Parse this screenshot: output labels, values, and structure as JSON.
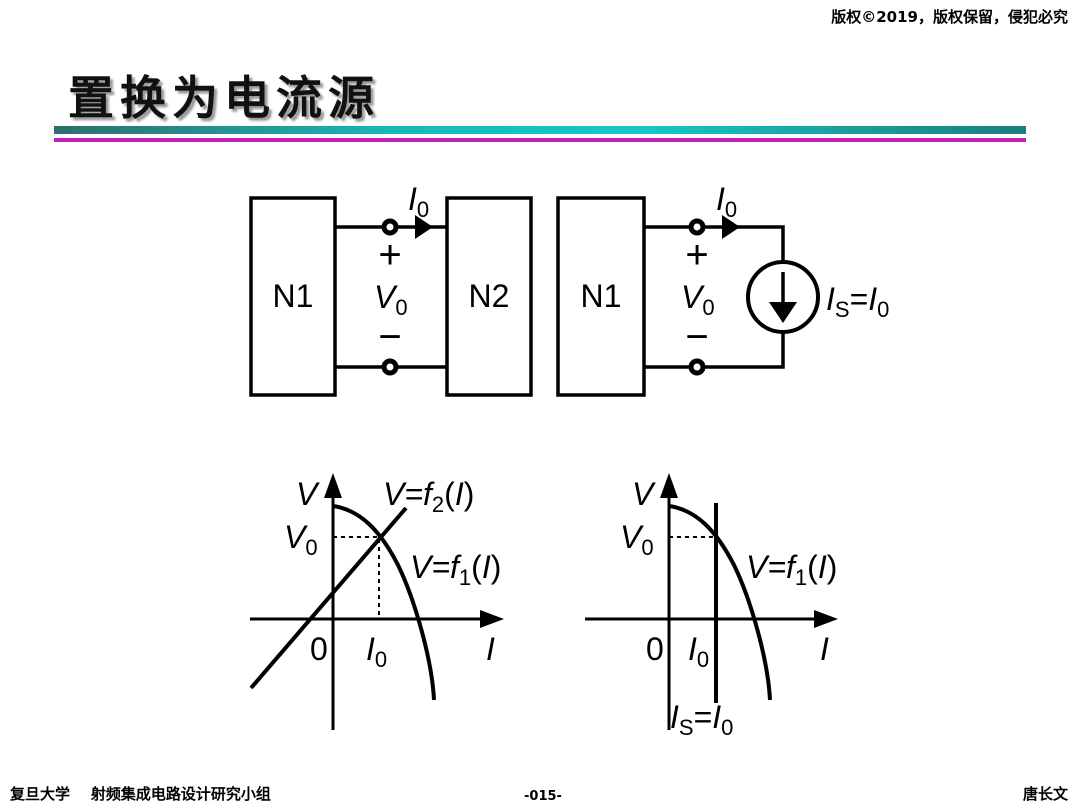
{
  "header": {
    "copyright": "版权©2019，版权保留，侵犯必究",
    "title": "置换为电流源",
    "accent_colors": {
      "teal_bar": "#18b8b8",
      "magenta_bar": "#c21fbf"
    }
  },
  "circuit_left": {
    "block1": "N1",
    "block2": "N2",
    "current": {
      "sym": "I",
      "sub": "0"
    },
    "plus": "+",
    "minus": "−",
    "voltage": {
      "sym": "V",
      "sub": "0"
    }
  },
  "circuit_right": {
    "block1": "N1",
    "current": {
      "sym": "I",
      "sub": "0"
    },
    "plus": "+",
    "minus": "−",
    "voltage": {
      "sym": "V",
      "sub": "0"
    },
    "source": {
      "sym": "I",
      "sub": "S",
      "eq": "=",
      "rhs": "I",
      "rhs_sub": "0"
    }
  },
  "graph_left": {
    "y_axis": "V",
    "x_axis": "I",
    "origin": "0",
    "v0": {
      "sym": "V",
      "sub": "0"
    },
    "i0": {
      "sym": "I",
      "sub": "0"
    },
    "f2": {
      "pre": "V=",
      "f": "f",
      "sub": "2",
      "open": "(",
      "arg": "I",
      "close": ")"
    },
    "f1": {
      "pre": "V=",
      "f": "f",
      "sub": "1",
      "open": "(",
      "arg": "I",
      "close": ")"
    }
  },
  "graph_right": {
    "y_axis": "V",
    "x_axis": "I",
    "origin": "0",
    "v0": {
      "sym": "V",
      "sub": "0"
    },
    "i0": {
      "sym": "I",
      "sub": "0"
    },
    "f1": {
      "pre": "V=",
      "f": "f",
      "sub": "1",
      "open": "(",
      "arg": "I",
      "close": ")"
    },
    "is_label": {
      "sym": "I",
      "sub": "S",
      "eq": "=",
      "rhs": "I",
      "rhs_sub": "0"
    }
  },
  "footer": {
    "left": "复旦大学    射频集成电路设计研究小组",
    "page": "-015-",
    "author": "唐长文"
  }
}
